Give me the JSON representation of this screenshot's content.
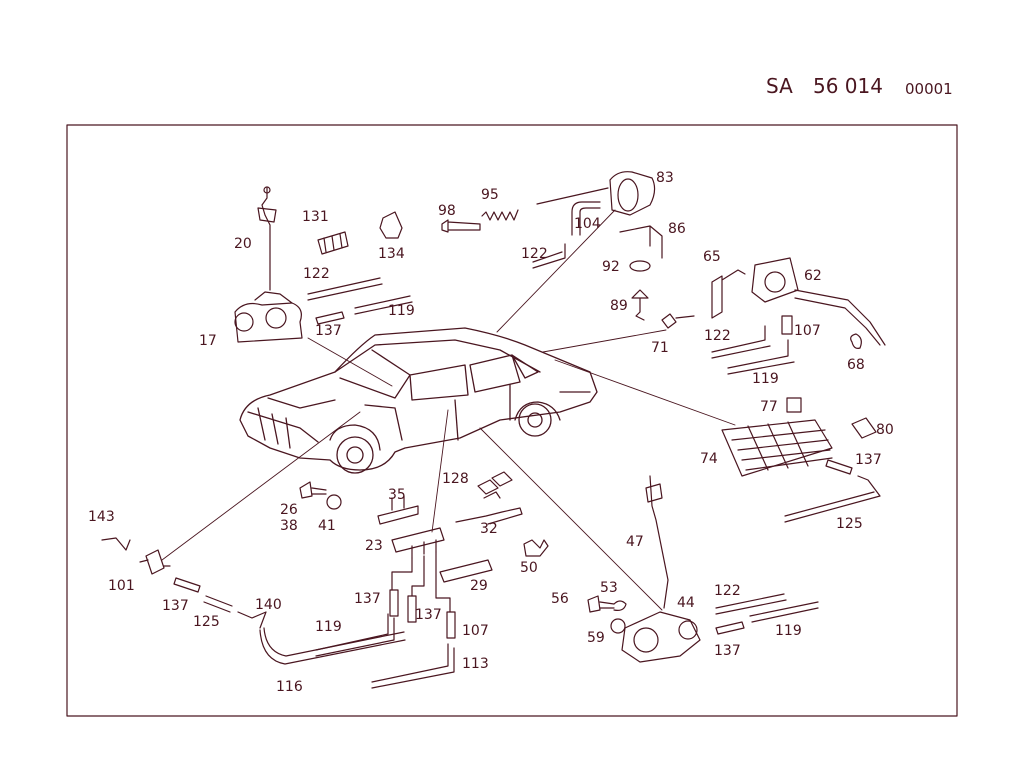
{
  "header": {
    "prefix": "SA",
    "main": "56 014",
    "suffix": "00001"
  },
  "colors": {
    "ink": "#4a1620",
    "background": "#ffffff"
  },
  "callouts": [
    "20",
    "131",
    "134",
    "98",
    "95",
    "83",
    "104",
    "86",
    "122",
    "92",
    "65",
    "62",
    "89",
    "122",
    "17",
    "137",
    "119",
    "71",
    "122",
    "107",
    "68",
    "119",
    "77",
    "80",
    "74",
    "137",
    "125",
    "26",
    "38",
    "41",
    "35",
    "128",
    "32",
    "143",
    "23",
    "50",
    "29",
    "101",
    "137",
    "125",
    "140",
    "137",
    "137",
    "107",
    "119",
    "113",
    "116",
    "47",
    "53",
    "56",
    "44",
    "122",
    "59",
    "119",
    "137"
  ]
}
